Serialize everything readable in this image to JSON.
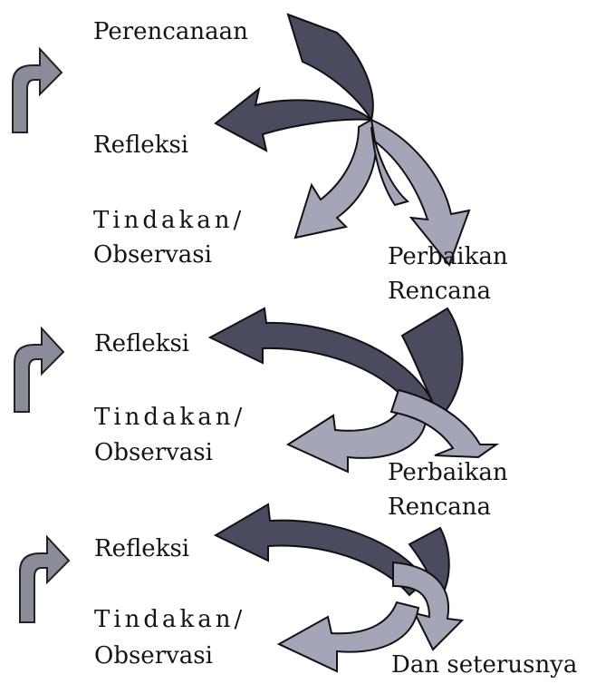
{
  "cycles": [
    {
      "labels": {
        "perencanaan": "Perencanaan",
        "refleksi": "Refleksi",
        "tindakan": "Tindakan/",
        "observasi": "Observasi",
        "perbaikan": "Perbaikan",
        "rencana": "Rencana"
      }
    },
    {
      "labels": {
        "refleksi": "Refleksi",
        "tindakan": "Tindakan/",
        "observasi": "Observasi",
        "perbaikan": "Perbaikan",
        "rencana": "Rencana"
      }
    },
    {
      "labels": {
        "refleksi": "Refleksi",
        "tindakan": "Tindakan/",
        "observasi": "Observasi",
        "lanjutan": "Dan seterusnya"
      }
    }
  ],
  "colors": {
    "arrow_dark": "#4b4b60",
    "arrow_light": "#a4a6b8",
    "side_arrow": "#8a8c9a"
  }
}
